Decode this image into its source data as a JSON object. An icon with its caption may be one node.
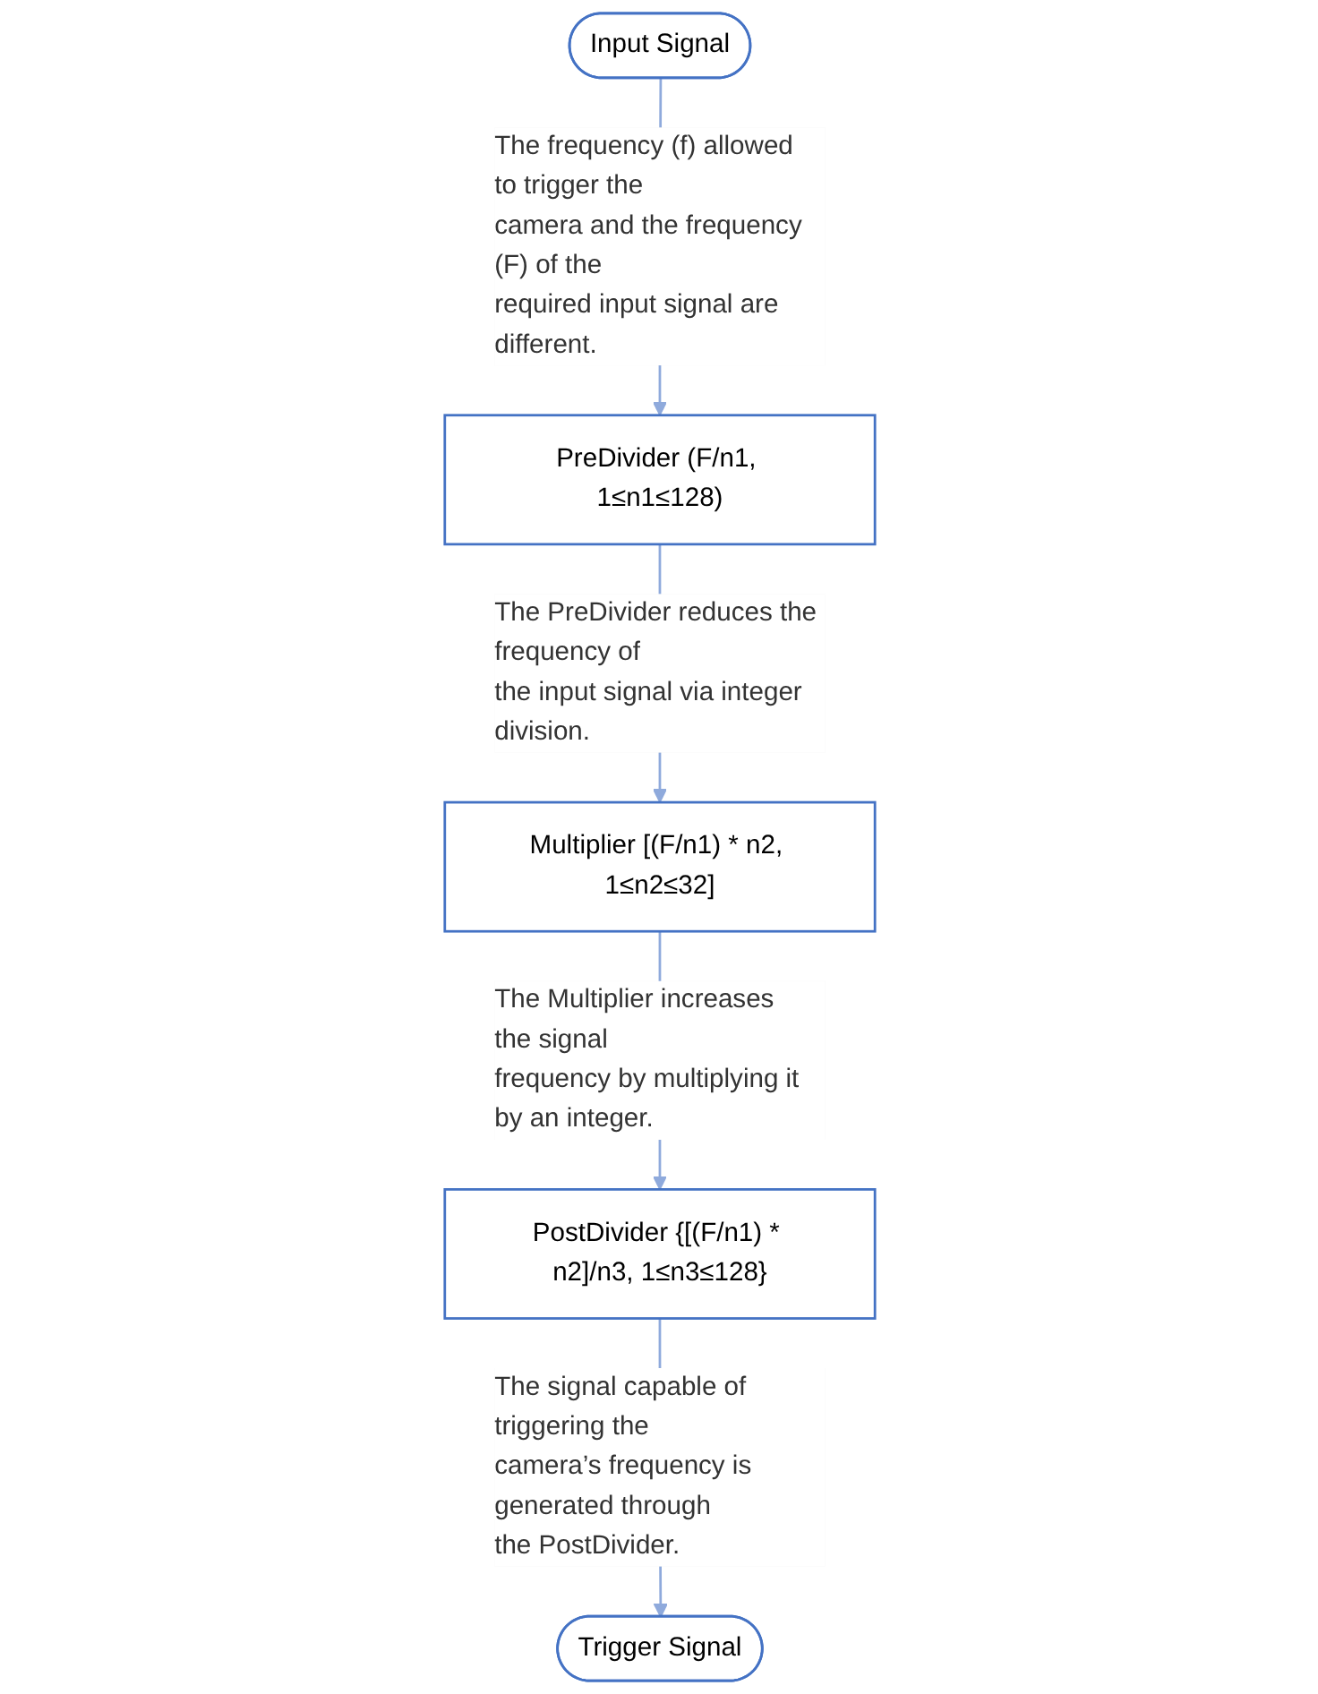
{
  "diagram": {
    "nodes": [
      {
        "text": [
          "Input Signal"
        ]
      },
      {
        "text": [
          "PreDivider (F/n1, 1≤n1≤128)"
        ]
      },
      {
        "text": [
          "Multiplier [(F/n1) * n2, 1≤n2≤32]"
        ]
      },
      {
        "text": [
          "PostDivider {[(F/n1) * n2]/n3, 1≤n3≤128}"
        ]
      },
      {
        "text": [
          "Trigger Signal"
        ]
      }
    ],
    "edges": [
      {
        "from": 0,
        "to": 1,
        "arrow": "to",
        "label": "The frequency (f) allowed to trigger the camera and the frequency (F) of the required input signal are different."
      },
      {
        "from": 1,
        "to": 2,
        "arrow": "to",
        "label": "The PreDivider reduces the frequency of the input signal via integer division."
      },
      {
        "from": 2,
        "to": 3,
        "arrow": "to",
        "label": "The Multiplier increases the signal frequency by multiplying it by an integer."
      },
      {
        "from": 3,
        "to": 4,
        "arrow": "to",
        "label": "The signal capable of triggering the camera’s frequency is generated through the PostDivider."
      }
    ]
  }
}
